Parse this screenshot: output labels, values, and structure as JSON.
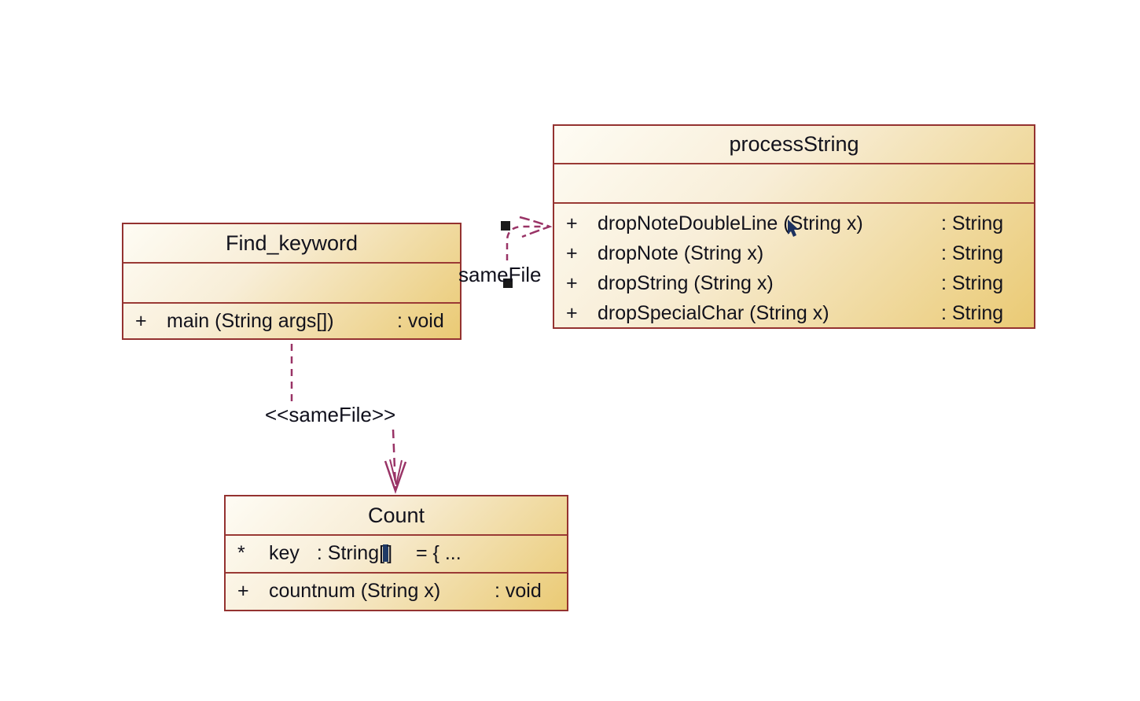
{
  "diagram": {
    "type": "uml-class-diagram",
    "background_color": "#ffffff",
    "box_border_color": "#943230",
    "box_fill_top_left": "#fefcf4",
    "box_fill_bottom_right": "#eaca74",
    "connector_color": "#993366",
    "text_color": "#12121c",
    "selection_handle_color": "#1a1a1a"
  },
  "classes": [
    {
      "name": "processString",
      "attributes": [],
      "methods": [
        {
          "visibility": "+",
          "signature": "dropNoteDoubleLine (String x)",
          "returns": ": String"
        },
        {
          "visibility": "+",
          "signature": "dropNote (String x)",
          "returns": ": String"
        },
        {
          "visibility": "+",
          "signature": "dropString (String x)",
          "returns": ": String"
        },
        {
          "visibility": "+",
          "signature": "dropSpecialChar (String x)",
          "returns": ": String"
        }
      ]
    },
    {
      "name": "Find_keyword",
      "attributes": [],
      "methods": [
        {
          "visibility": "+",
          "signature": "main (String args[])",
          "returns": ": void"
        }
      ]
    },
    {
      "name": "Count",
      "attribute": {
        "visibility": "*",
        "name": "key",
        "type": ": String[",
        "type_close": "]",
        "init": "= { ..."
      },
      "methods": [
        {
          "visibility": "+",
          "signature": "countnum (String x)",
          "returns": ": void"
        }
      ]
    }
  ],
  "connectors": [
    {
      "from": "Find_keyword",
      "to": "processString",
      "style": "dashed",
      "label": "sameFile",
      "selected": true
    },
    {
      "from": "Find_keyword",
      "to": "Count",
      "style": "dashed",
      "label": "<<sameFile>>"
    }
  ],
  "labels": {
    "samefile_top": "sameFile",
    "samefile_bottom": "<<sameFile>>"
  }
}
